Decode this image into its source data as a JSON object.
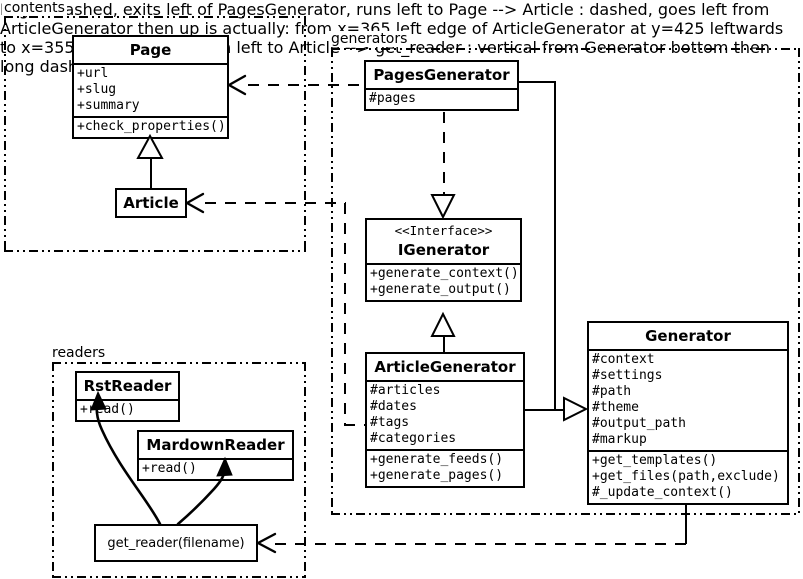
{
  "diagram": {
    "type": "uml-class-diagram",
    "title": "",
    "packages": [
      {
        "id": "contents",
        "label": "contents"
      },
      {
        "id": "generators",
        "label": "generators"
      },
      {
        "id": "readers",
        "label": "readers"
      }
    ],
    "classes": [
      {
        "id": "page",
        "name": "Page",
        "package": "contents",
        "stereotype": "",
        "attributes": [
          "+url",
          "+slug",
          "+summary"
        ],
        "operations": [
          "+check_properties()"
        ]
      },
      {
        "id": "article",
        "name": "Article",
        "package": "contents",
        "stereotype": "",
        "attributes": [],
        "operations": []
      },
      {
        "id": "pages_generator",
        "name": "PagesGenerator",
        "package": "generators",
        "stereotype": "",
        "attributes": [
          "#pages"
        ],
        "operations": []
      },
      {
        "id": "igenerator",
        "name": "IGenerator",
        "package": "generators",
        "stereotype": "<<Interface>>",
        "attributes": [],
        "operations": [
          "+generate_context()",
          "+generate_output()"
        ]
      },
      {
        "id": "article_generator",
        "name": "ArticleGenerator",
        "package": "generators",
        "stereotype": "",
        "attributes": [
          "#articles",
          "#dates",
          "#tags",
          "#categories"
        ],
        "operations": [
          "+generate_feeds()",
          "+generate_pages()"
        ]
      },
      {
        "id": "generator",
        "name": "Generator",
        "package": "generators",
        "stereotype": "",
        "attributes": [
          "#context",
          "#settings",
          "#path",
          "#theme",
          "#output_path",
          "#markup"
        ],
        "operations": [
          "+get_templates()",
          "+get_files(path,exclude)",
          "#_update_context()"
        ]
      },
      {
        "id": "rst_reader",
        "name": "RstReader",
        "package": "readers",
        "stereotype": "",
        "attributes": [],
        "operations": [
          "+read()"
        ]
      },
      {
        "id": "mardown_reader",
        "name": "MardownReader",
        "package": "readers",
        "stereotype": "",
        "attributes": [],
        "operations": [
          "+read()"
        ]
      }
    ],
    "functions": [
      {
        "id": "get_reader",
        "label": "get_reader(filename)",
        "package": "readers"
      }
    ],
    "relationships": [
      {
        "from": "pages_generator",
        "to": "page",
        "type": "dependency",
        "style": "dashed-open-arrow"
      },
      {
        "from": "article_generator",
        "to": "article",
        "type": "dependency",
        "style": "dashed-open-arrow"
      },
      {
        "from": "pages_generator",
        "to": "igenerator",
        "type": "realization",
        "style": "dashed-hollow-triangle"
      },
      {
        "from": "article_generator",
        "to": "igenerator",
        "type": "realization",
        "style": "solid-hollow-triangle"
      },
      {
        "from": "pages_generator",
        "to": "generator",
        "type": "generalization",
        "style": "solid-hollow-triangle"
      },
      {
        "from": "article_generator",
        "to": "generator",
        "type": "generalization",
        "style": "solid-hollow-triangle"
      },
      {
        "from": "generator",
        "to": "get_reader",
        "type": "dependency",
        "style": "dashed-open-arrow"
      },
      {
        "from": "get_reader",
        "to": "rst_reader",
        "type": "returns",
        "style": "curved-solid-arrow"
      },
      {
        "from": "get_reader",
        "to": "mardown_reader",
        "type": "returns",
        "style": "curved-solid-arrow"
      }
    ],
    "colors": {
      "stroke": "#000000",
      "fill": "#ffffff"
    }
  }
}
